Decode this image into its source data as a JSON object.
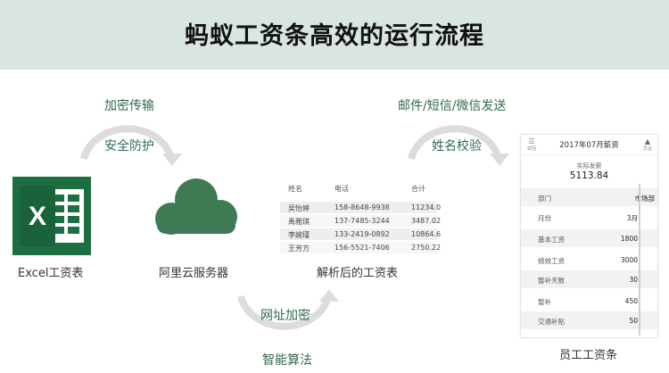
{
  "title": "蚂蚁工资条高效的运行流程",
  "labels": {
    "encrypt_transfer": "加密传输",
    "secure_protect": "安全防护",
    "send_channels": "邮件/短信/微信发送",
    "name_verify": "姓名校验",
    "url_encrypt": "网址加密",
    "smart_algorithm": "智能算法"
  },
  "captions": {
    "excel": "Excel工资表",
    "cloud": "阿里云服务器",
    "parsed": "解析后的工资表",
    "employee": "员工工资条"
  },
  "excel_icon": {
    "letter": "X",
    "color": "#1d6f42"
  },
  "cloud_color": "#3e7a54",
  "table": {
    "headers": [
      "姓名",
      "电话",
      "合计"
    ],
    "rows": [
      [
        "吴怡婷",
        "158-8648-9938",
        "11234.0"
      ],
      [
        "禹雅琪",
        "137-7485-3244",
        "3487.02"
      ],
      [
        "李婉瑾",
        "133-2419-0892",
        "10864.6"
      ],
      [
        "王芳方",
        "156-5521-7406",
        "2750.22"
      ]
    ]
  },
  "phone": {
    "back_label": "返回",
    "header_title": "2017年07月薪资",
    "warn_label": "异议",
    "sum_label": "实际发薪",
    "sum_value": "5113.84",
    "rows": [
      {
        "k": "部门",
        "v": "市场部"
      },
      {
        "k": "月份",
        "v": "3月"
      },
      {
        "k": "基本工资",
        "v": "1800"
      },
      {
        "k": "绩效工资",
        "v": "3000"
      },
      {
        "k": "暂补天数",
        "v": "30"
      },
      {
        "k": "暂补",
        "v": "450"
      },
      {
        "k": "交通补贴",
        "v": "50"
      }
    ]
  }
}
